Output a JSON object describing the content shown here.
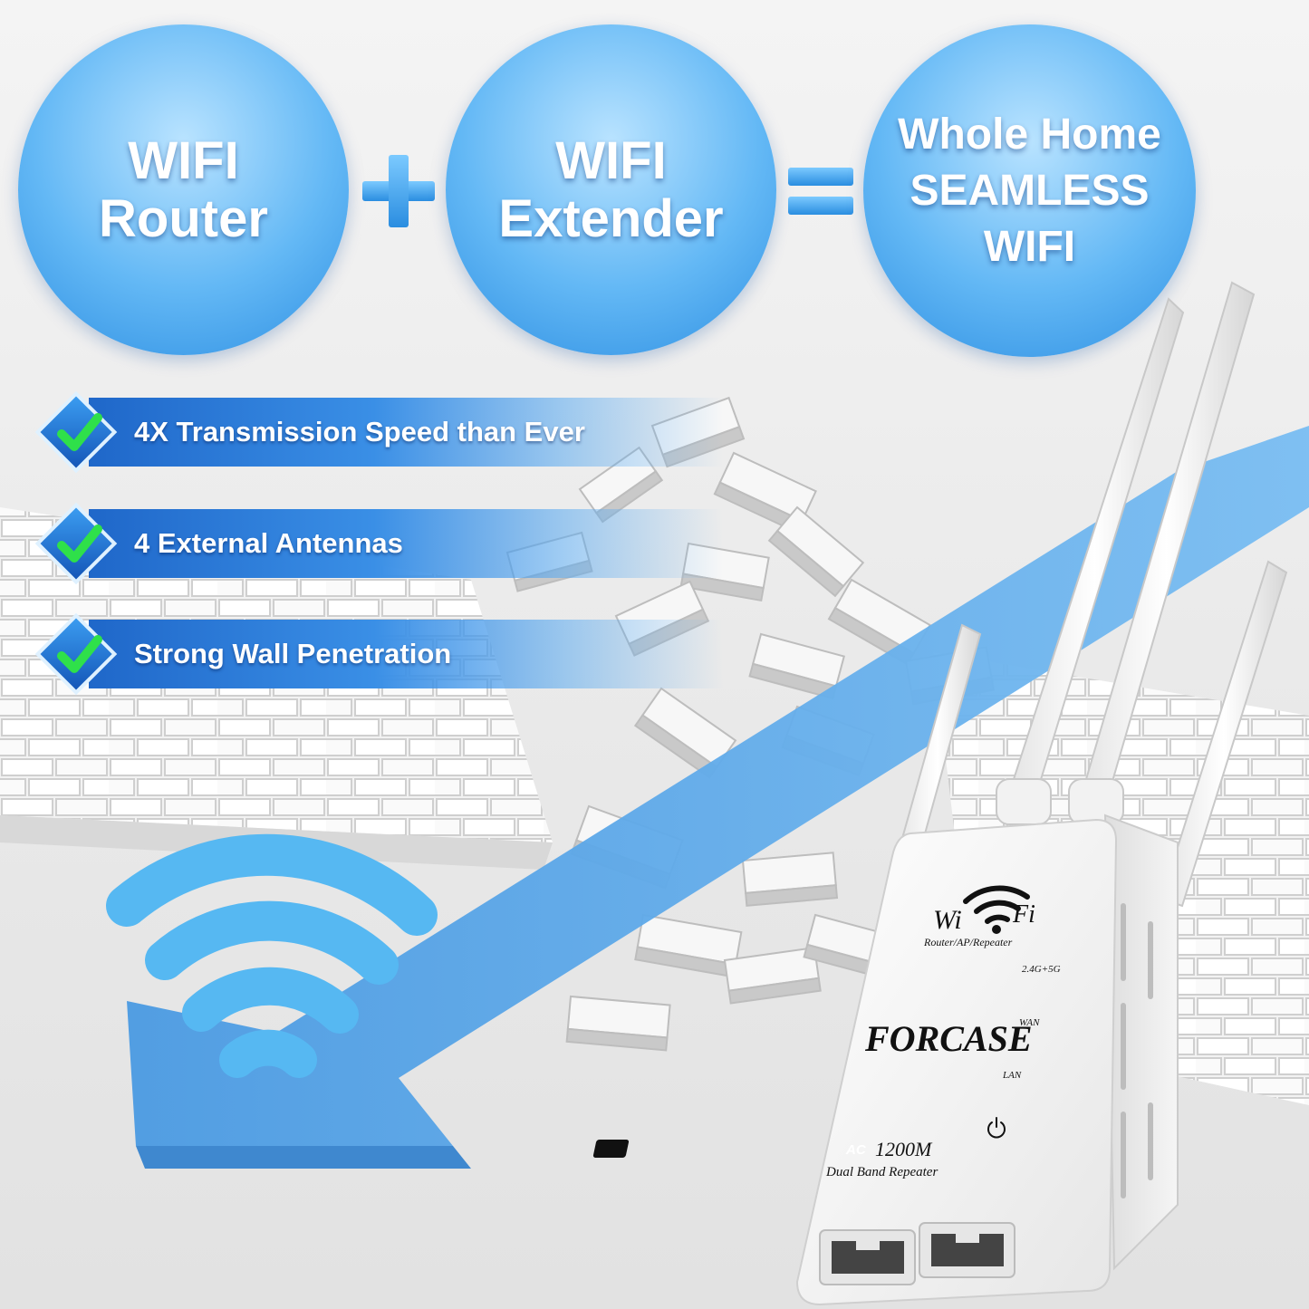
{
  "equation": {
    "router": [
      "WIFI",
      "Router"
    ],
    "extender": [
      "WIFI",
      "Extender"
    ],
    "result": [
      "Whole Home",
      "SEAMLESS",
      "WIFI"
    ]
  },
  "features": [
    {
      "label": "4X Transmission Speed than Ever",
      "icon": "check-icon"
    },
    {
      "label": "4 External Antennas",
      "icon": "check-icon"
    },
    {
      "label": "Strong Wall Penetration",
      "icon": "check-icon"
    }
  ],
  "device": {
    "wifi_text_left": "Wi",
    "wifi_text_right": "Fi",
    "mode_text": "Router/AP/Repeater",
    "brand": "FORCASE",
    "band_label": "2.4G+5G",
    "wan_label": "WAN",
    "lan_label": "LAN",
    "ac_badge": "AC",
    "speed": "1200M",
    "product_type": "Dual Band Repeater"
  },
  "colors": {
    "circle_blue": "#4aa8f0",
    "banner_blue": "#1f67c9",
    "check_green": "#2fe04a",
    "arrow_blue": "#5aa7e8"
  }
}
